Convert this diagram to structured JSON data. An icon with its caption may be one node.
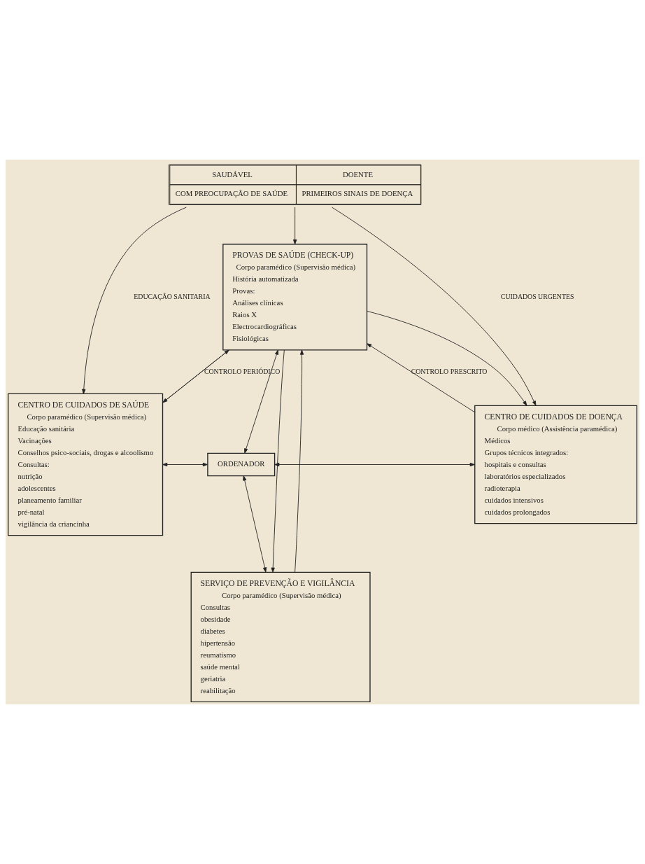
{
  "diagram": {
    "nodes": [
      {
        "text": [
          "SAUDÁVEL",
          "DOENTE",
          "COM PREOCUPAÇÃO DE SAÚDE",
          "PRIMEIROS SINAIS DE DOENÇA"
        ]
      },
      {
        "text": [
          "PROVAS DE SAÚDE (CHECK-UP)",
          "Corpo paramédico (Supervisão médica)",
          "História automatizada",
          "Provas:",
          "Análises clínicas",
          "Raios X",
          "Electrocardiográficas",
          "Fisiológicas"
        ]
      },
      {
        "text": [
          "CENTRO DE CUIDADOS DE SAÚDE",
          "Corpo paramédico (Supervisão médica)",
          "Educação sanitária",
          "Vacinações",
          "Conselhos psico-sociais, drogas e alcoolismo",
          "Consultas:",
          "nutrição",
          "adolescentes",
          "planeamento familiar",
          "pré-natal",
          "vigilância da criancinha"
        ]
      },
      {
        "text": [
          "ORDENADOR"
        ]
      },
      {
        "text": [
          "CENTRO DE CUIDADOS DE DOENÇA",
          "Corpo médico (Assistência paramédica)",
          "Médicos",
          "Grupos técnicos integrados:",
          "hospitais e consultas",
          "laboratórios especializados",
          "radioterapia",
          "cuidados intensivos",
          "cuidados prolongados"
        ]
      },
      {
        "text": [
          "SERVIÇO DE PREVENÇÃO E VIGILÂNCIA",
          "Corpo paramédico (Supervisão médica)",
          "Consultas",
          "obesidade",
          "diabetes",
          "hipertensão",
          "reumatismo",
          "saúde mental",
          "geriatria",
          "reabilitação"
        ]
      }
    ],
    "edges": [
      {
        "from": 0,
        "to": 1,
        "arrow": "to"
      },
      {
        "from": 0,
        "to": 2,
        "arrow": "to",
        "label": "EDUCAÇÃO SANITARIA"
      },
      {
        "from": 0,
        "to": 4,
        "arrow": "to",
        "label": "CUIDADOS URGENTES"
      },
      {
        "from": 2,
        "to": 1,
        "arrow": "to",
        "label": "CONTROLO PERIÓDICO"
      },
      {
        "from": 1,
        "to": 2,
        "arrow": "to"
      },
      {
        "from": 4,
        "to": 1,
        "arrow": "to",
        "label": "CONTROLO PRESCRITO"
      },
      {
        "from": 1,
        "to": 4,
        "arrow": "to"
      },
      {
        "from": 5,
        "to": 1,
        "arrow": "to"
      },
      {
        "from": 1,
        "to": 3,
        "arrow": "both"
      },
      {
        "from": 3,
        "to": 5,
        "arrow": "both"
      },
      {
        "from": 1,
        "to": 5,
        "arrow": "to"
      },
      {
        "from": 2,
        "to": 3,
        "arrow": "both"
      },
      {
        "from": 3,
        "to": 4,
        "arrow": "both"
      }
    ]
  }
}
